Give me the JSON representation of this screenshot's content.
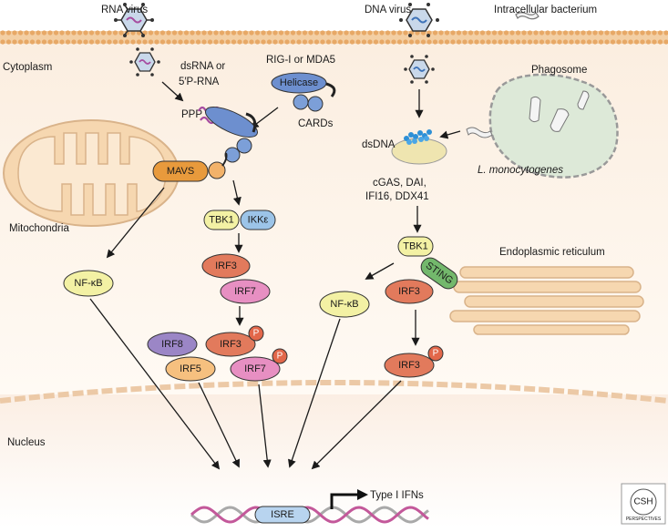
{
  "labels": {
    "rna_virus": "RNA virus",
    "dna_virus": "DNA virus",
    "intracellular_bacterium": "Intracellular bacterium",
    "cytoplasm": "Cytoplasm",
    "dsrna_line1": "dsRNA or",
    "dsrna_line2": "5′P-RNA",
    "rigi_mda5": "RIG-I or MDA5",
    "helicase": "Helicase",
    "cards": "CARDs",
    "ppp": "PPP",
    "phagosome": "Phagosome",
    "dsdna": "dsDNA",
    "l_monocytogenes": "L. monocytogenes",
    "sensors_line1": "cGAS, DAI,",
    "sensors_line2": "IFI16, DDX41",
    "mavs": "MAVS",
    "mitochondria": "Mitochondria",
    "tbk1_left": "TBK1",
    "ikke": "IKKε",
    "nfkb_left": "NF-κB",
    "irf3_a": "IRF3",
    "irf7_a": "IRF7",
    "irf8": "IRF8",
    "irf3_b": "IRF3",
    "irf5": "IRF5",
    "irf7_b": "IRF7",
    "p": "P",
    "tbk1_right": "TBK1",
    "sting": "STING",
    "endoplasmic_reticulum": "Endoplasmic reticulum",
    "nfkb_right": "NF-κB",
    "irf3_c": "IRF3",
    "irf3_d": "IRF3",
    "nucleus": "Nucleus",
    "isre": "ISRE",
    "type_i_ifns": "Type I IFNs",
    "logo_line1": "CSH",
    "logo_line2": "PERSPECTIVES"
  },
  "colors": {
    "membrane": "#f0c89a",
    "cytoplasm_bg": "#fdf4ea",
    "yellow_mol": "#f3f1a4",
    "red_mol": "#e27a5c",
    "pink_mol": "#e78fc2",
    "blue_mol": "#9cc4e8",
    "purple_mol": "#9b86c6",
    "orange_mol": "#f6c07f",
    "green_mol": "#73b86c",
    "phospho": "#e2674a",
    "dna_strand1": "#c3589a",
    "dna_strand2": "#a9a9a9"
  }
}
